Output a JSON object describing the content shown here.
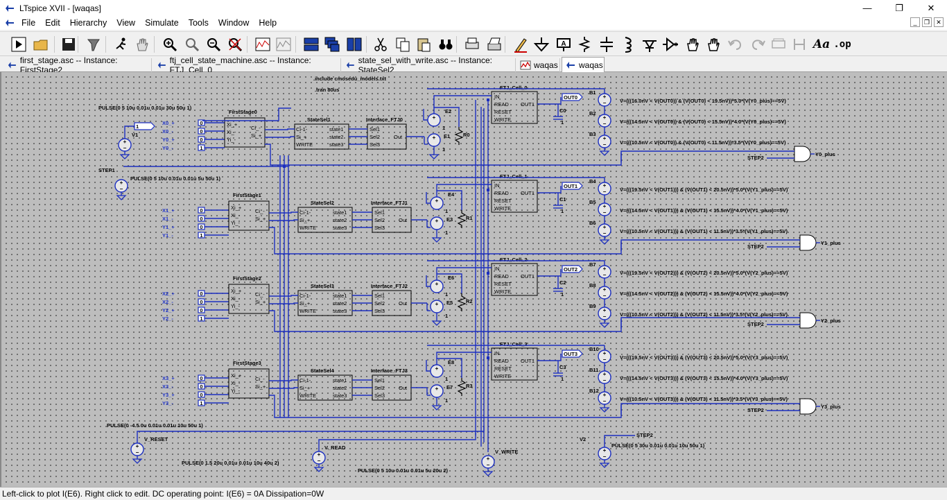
{
  "window": {
    "title": "LTspice XVII - [waqas]",
    "minimize_glyph": "—",
    "maximize_glyph": "❐",
    "close_glyph": "✕"
  },
  "menu": {
    "items": [
      "File",
      "Edit",
      "Hierarchy",
      "View",
      "Simulate",
      "Tools",
      "Window",
      "Help"
    ],
    "mdi": {
      "minimize": "_",
      "restore": "❐",
      "close": "✕"
    }
  },
  "toolbar": {
    "buttons": [
      "run-icon",
      "open-icon",
      "save-icon",
      "control-panel-icon",
      "probe-icon",
      "pan-hand-icon",
      "zoom-in-icon",
      "zoom-area-icon",
      "zoom-out-icon",
      "zoom-cancel-icon",
      "plot-window-icon",
      "plot-settings-icon",
      "tile-horizontal-icon",
      "cascade-icon",
      "tile-vertical-icon",
      "cut-icon",
      "copy-icon",
      "paste-icon",
      "find-icon",
      "print-icon",
      "print-setup-icon",
      "draw-wire-icon",
      "ground-icon",
      "label-net-icon",
      "resistor-icon",
      "capacitor-icon",
      "inductor-icon",
      "diode-icon",
      "component-icon",
      "move-icon",
      "drag-icon",
      "undo-icon",
      "redo-icon",
      "rotate-icon",
      "mirror-icon",
      "text-icon",
      "spice-directive-icon"
    ],
    "text_label": "Aa",
    "op_label": ".op"
  },
  "tabs": [
    {
      "label": "first_stage.asc -- Instance: FirstStage2"
    },
    {
      "label": "ftj_cell_state_machine.asc -- Instance: FTJ_Cell_0"
    },
    {
      "label": "state_sel_with_write.asc -- Instance: StateSel2"
    },
    {
      "label": "waqas"
    },
    {
      "label": "waqas"
    }
  ],
  "schematic": {
    "directives": [
      ".include cmosedu_models.txt",
      ".tran 80us"
    ],
    "pulse_x": "PULSE(0 5 10u 0.01u 0.01u 30u 50u 1)",
    "pulse_step1": "PULSE(0 5 10u 0.01u 0.01u 5u 50u 1)",
    "pulse_reset": "PULSE(0 -4.5 0u 0.01u 0.01u 10u 50u 1)",
    "pulse_read": "PULSE(0 1.5 20u 0.01u 0.01u 10u 40u 2)",
    "pulse_write": "PULSE(0 5 10u 0.01u 0.01u 5u 20u 2)",
    "pulse_v2": "PULSE(0 5 30u 0.01u 0.01u 10u 50u 1)",
    "v1": "V1",
    "step1": "STEP1",
    "v_reset": "V_RESET",
    "v_read": "V_READ",
    "v_write": "V_WRITE",
    "v2": "V2",
    "step2": "STEP2",
    "stages": [
      {
        "inputs": [
          "X0_+",
          "X0_-",
          "Y0_+",
          "Y0_-"
        ],
        "first_stage": "FirstStage0",
        "state_sel": "StateSel1",
        "interface": "Interface_FTJ0",
        "ftj_cell": "FTJ_Cell_0",
        "out_label": "OUT0",
        "cap": "C0",
        "e_top": "E2",
        "e_bot": "E1",
        "resistor": "R0",
        "b_sources": [
          "B1",
          "B2",
          "B3"
        ],
        "b_exprs": [
          "V=(((16.0nV < V(OUT0)) & (V(OUT0) < 19.5nV))*5.0*(V(Y0_plus)==5V)",
          "V=(((14.5nV < V(OUT0)) & (V(OUT0) < 15.5nV))*4.0*(V(Y0_plus)==5V)",
          "V=(((10.5nV < V(OUT0)) & (V(OUT0) < 11.5nV))*3.5*(V(Y0_plus)==5V)"
        ],
        "and_out": "Y0_plus"
      },
      {
        "inputs": [
          "X1_+",
          "X1_-",
          "Y1_+",
          "Y1_-"
        ],
        "first_stage": "FirstStage1",
        "state_sel": "StateSel2",
        "interface": "Interface_FTJ1",
        "ftj_cell": "FTJ_Cell_1",
        "out_label": "OUT1",
        "cap": "C1",
        "e_top": "E4",
        "e_bot": "E3",
        "resistor": "R1",
        "b_sources": [
          "B4",
          "B5",
          "B6"
        ],
        "b_exprs": [
          "V=(((19.5nV < V(OUT1))) & (V(OUT1) < 20.5nV))*5.0*(V(Y1_plus)==5V)",
          "V=(((14.5nV < V(OUT1))) & (V(OUT1) < 15.5nV))*4.0*(V(Y1_plus)==5V)",
          "V=(((10.5nV < V(OUT1))) & (V(OUT1) < 11.5nV))*3.5*(V(Y1_plus)==5V)"
        ],
        "and_out": "Y1_plus"
      },
      {
        "inputs": [
          "X2_+",
          "X2_-",
          "Y2_+",
          "Y2_-"
        ],
        "first_stage": "FirstStage2",
        "state_sel": "StateSel3",
        "interface": "Interface_FTJ2",
        "ftj_cell": "FTJ_Cell_2",
        "out_label": "OUT2",
        "cap": "C2",
        "e_top": "E6",
        "e_bot": "E5",
        "resistor": "R2",
        "b_sources": [
          "B7",
          "B8",
          "B9"
        ],
        "b_exprs": [
          "V=(((19.5nV < V(OUT2))) & (V(OUT2) < 20.5nV))*5.0*(V(Y2_plus)==5V)",
          "V=(((14.5nV < V(OUT2))) & (V(OUT2) < 15.5nV))*4.0*(V(Y2_plus)==5V)",
          "V=(((10.5nV < V(OUT2))) & (V(OUT2) < 11.5nV))*3.5*(V(Y2_plus)==5V)"
        ],
        "and_out": "Y2_plus"
      },
      {
        "inputs": [
          "X3_+",
          "X3_-",
          "Y3_+",
          "Y3_-"
        ],
        "first_stage": "FirstStage3",
        "state_sel": "StateSel4",
        "interface": "Interface_FTJ3",
        "ftj_cell": "FTJ_Cell_3",
        "out_label": "OUT3",
        "cap": "C3",
        "e_top": "E8",
        "e_bot": "E7",
        "resistor": "R3",
        "b_sources": [
          "B10",
          "B11",
          "B12"
        ],
        "b_exprs": [
          "V=(((19.5nV < V(OUT3))) & (V(OUT3) < 20.5nV))*5.0*(V(Y3_plus)==5V)",
          "V=(((14.5nV < V(OUT3))) & (V(OUT3) < 15.5nV))*4.0*(V(Y3_plus)==5V)",
          "V=(((10.5nV < V(OUT3))) & (V(OUT3) < 11.5nV))*3.5*(V(Y3_plus)==5V)"
        ],
        "and_out": "Y3_plus"
      }
    ],
    "pins": {
      "fs": [
        "Xi_+",
        "Xi_-",
        "Yi_-",
        "Ci_-",
        "Si_+"
      ],
      "ss": [
        "Ci-1-",
        "Si_+",
        "WRITE",
        "state1",
        "state2",
        "state3"
      ],
      "if": [
        "Sel1",
        "Sel2",
        "Sel3",
        "Out"
      ],
      "ftj": [
        "IN",
        "READ",
        "RESET",
        "WRITE",
        "OUT1"
      ],
      "const_0": "0",
      "const_1": "1"
    }
  },
  "status": {
    "text": "Left-click to plot I(E6).  Right click to edit.  DC operating point: I(E6) = 0A   Dissipation=0W"
  }
}
